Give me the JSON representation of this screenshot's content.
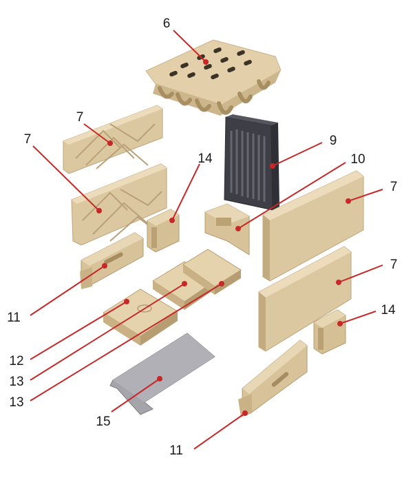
{
  "colors": {
    "brick_light": "#e6d4b0",
    "brick_mid": "#d8c39b",
    "brick_dark": "#b89f73",
    "brick_edge": "#a68c60",
    "grate_dark": "#3a3a40",
    "plate_gray": "#9a9aa0",
    "leader_red": "#c62828"
  },
  "callouts": [
    {
      "id": "c6",
      "label": "6"
    },
    {
      "id": "c7a",
      "label": "7"
    },
    {
      "id": "c7b",
      "label": "7"
    },
    {
      "id": "c9",
      "label": "9"
    },
    {
      "id": "c10",
      "label": "10"
    },
    {
      "id": "c7c",
      "label": "7"
    },
    {
      "id": "c14a",
      "label": "14"
    },
    {
      "id": "c7d",
      "label": "7"
    },
    {
      "id": "c14b",
      "label": "14"
    },
    {
      "id": "c11a",
      "label": "11"
    },
    {
      "id": "c12",
      "label": "12"
    },
    {
      "id": "c13a",
      "label": "13"
    },
    {
      "id": "c13b",
      "label": "13"
    },
    {
      "id": "c15",
      "label": "15"
    },
    {
      "id": "c11b",
      "label": "11"
    }
  ]
}
